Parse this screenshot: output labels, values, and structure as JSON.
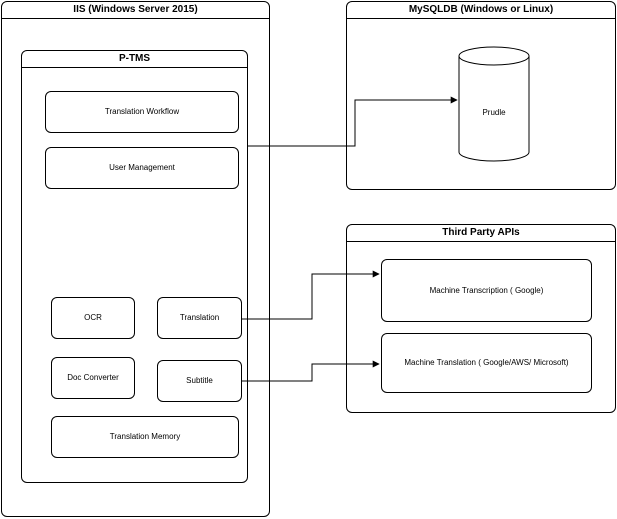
{
  "iis": {
    "title": "IIS (Windows Server 2015)",
    "ptms": {
      "title": "P-TMS",
      "translation_workflow": "Translation Workflow",
      "user_management": "User Management",
      "ocr": "OCR",
      "translation": "Translation",
      "doc_converter": "Doc Converter",
      "subtitle": "Subtitle",
      "translation_memory": "Translation Memory"
    }
  },
  "mysqldb": {
    "title": "MySQLDB (Windows or Linux)",
    "database": "Prudle"
  },
  "third_party": {
    "title": "Third Party APIs",
    "machine_transcription": "Machine Transcription ( Google)",
    "machine_translation": "Machine Translation ( Google/AWS/ Microsoft)"
  }
}
